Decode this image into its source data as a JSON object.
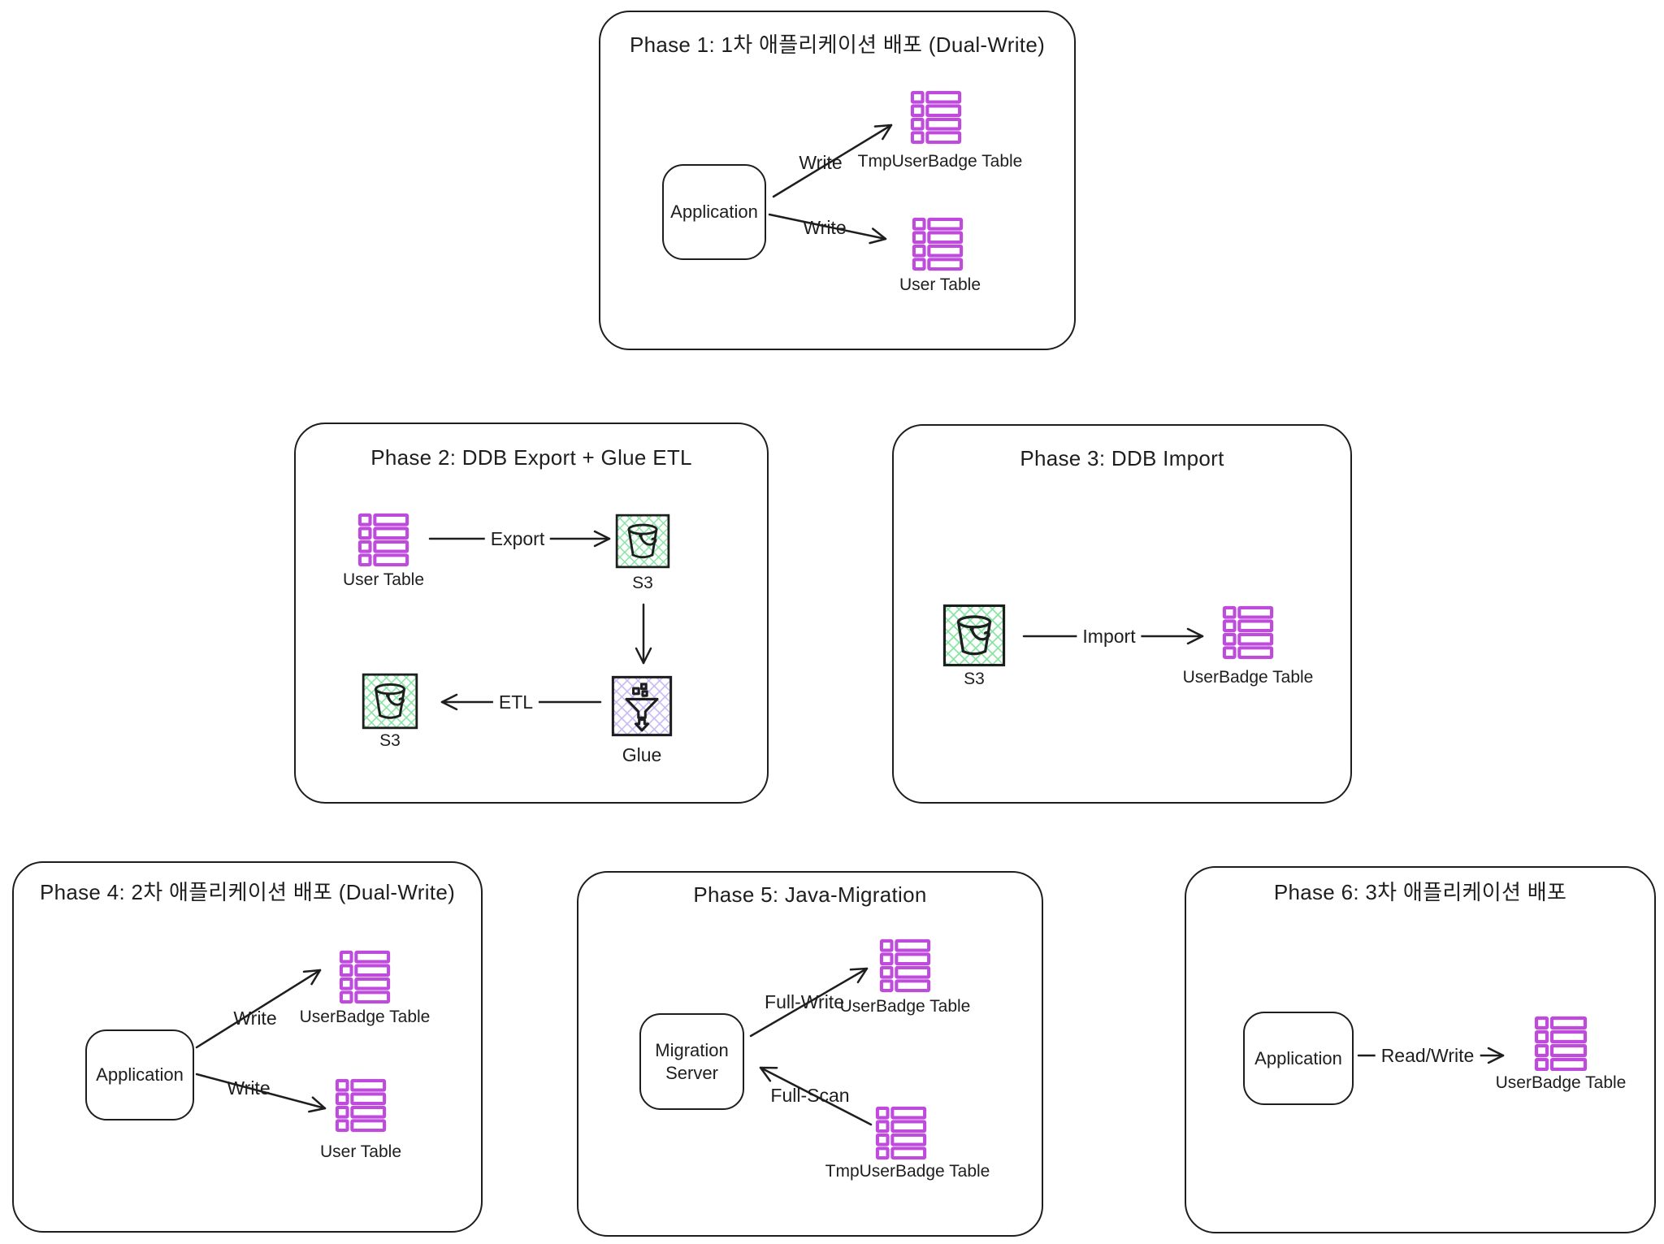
{
  "colors": {
    "stroke": "#1e1e1e",
    "table_icon": "#be4bdb",
    "s3_hatch": "#86e3a1",
    "glue_hatch": "#c7b9f3",
    "background": "#ffffff"
  },
  "icons": {
    "table": "dynamodb-table-icon",
    "s3": "s3-bucket-icon",
    "glue": "glue-funnel-icon"
  },
  "phase1": {
    "title": "Phase 1: 1차 애플리케이션 배포 (Dual-Write)",
    "application": "Application",
    "write_top": "Write",
    "write_bottom": "Write",
    "table_top": "TmpUserBadge Table",
    "table_bottom": "User Table"
  },
  "phase2": {
    "title": "Phase 2: DDB Export + Glue ETL",
    "user_table": "User Table",
    "export_label": "Export",
    "s3_top": "S3",
    "etl_label": "ETL",
    "s3_bottom": "S3",
    "glue": "Glue"
  },
  "phase3": {
    "title": "Phase 3: DDB Import",
    "s3": "S3",
    "import_label": "Import",
    "table": "UserBadge Table"
  },
  "phase4": {
    "title": "Phase 4: 2차 애플리케이션 배포 (Dual-Write)",
    "application": "Application",
    "write_top": "Write",
    "write_bottom": "Write",
    "table_top": "UserBadge Table",
    "table_bottom": "User Table"
  },
  "phase5": {
    "title": "Phase 5: Java-Migration",
    "server": "Migration Server",
    "full_write": "Full-Write",
    "full_scan": "Full-Scan",
    "table_top": "UserBadge Table",
    "table_bottom": "TmpUserBadge Table"
  },
  "phase6": {
    "title": "Phase 6: 3차 애플리케이션 배포",
    "application": "Application",
    "read_write": "Read/Write",
    "table": "UserBadge Table"
  }
}
